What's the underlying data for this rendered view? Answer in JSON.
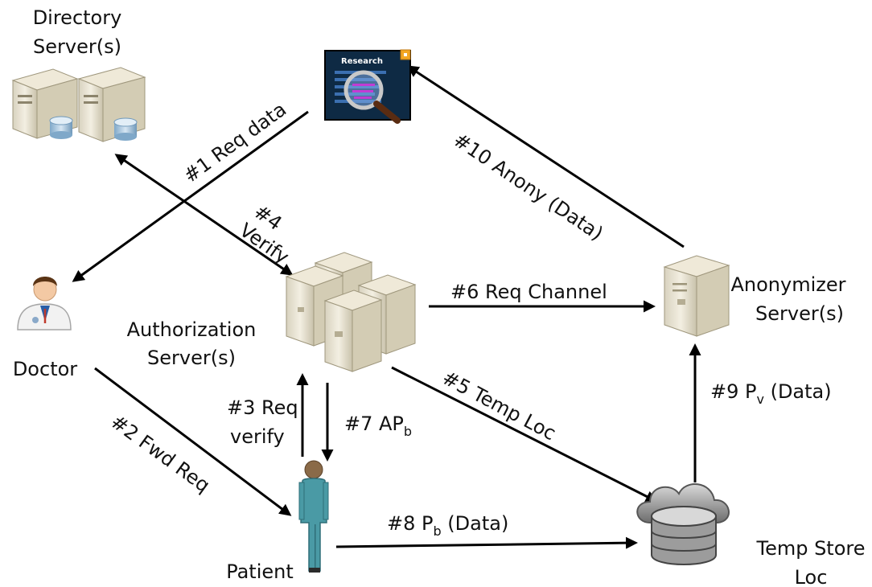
{
  "nodes": {
    "directory": {
      "line1": "Directory",
      "line2": "Server(s)"
    },
    "research": {
      "label": "Research"
    },
    "doctor": {
      "label": "Doctor"
    },
    "authorization": {
      "line1": "Authorization",
      "line2": "Server(s)"
    },
    "anonymizer": {
      "line1": "Anonymizer",
      "line2": "Server(s)"
    },
    "patient": {
      "label": "Patient"
    },
    "tempstore": {
      "line1": "Temp Store",
      "line2": "Loc"
    }
  },
  "edges": {
    "e1": "#1 Req data",
    "e2": "#2 Fwd Req",
    "e3_line1": "#3 Req",
    "e3_line2": "verify",
    "e4_line1": "#4",
    "e4_line2": "Verify",
    "e5": "#5 Temp Loc",
    "e6": "#6  Req Channel",
    "e7_main": "#7 AP",
    "e7_sub": "b",
    "e8_main": "#8 P",
    "e8_sub": "b",
    "e8_tail": " (Data)",
    "e9_main": "#9 P",
    "e9_sub": "v",
    "e9_tail": " (Data)",
    "e10": "#10 Anony (Data)"
  },
  "icons": {
    "directory": "server-with-database-icon",
    "research": "research-magnifier-icon",
    "doctor": "doctor-icon",
    "authorization": "server-cluster-icon",
    "anonymizer": "server-icon",
    "patient": "person-icon",
    "tempstore": "cloud-storage-icon"
  }
}
